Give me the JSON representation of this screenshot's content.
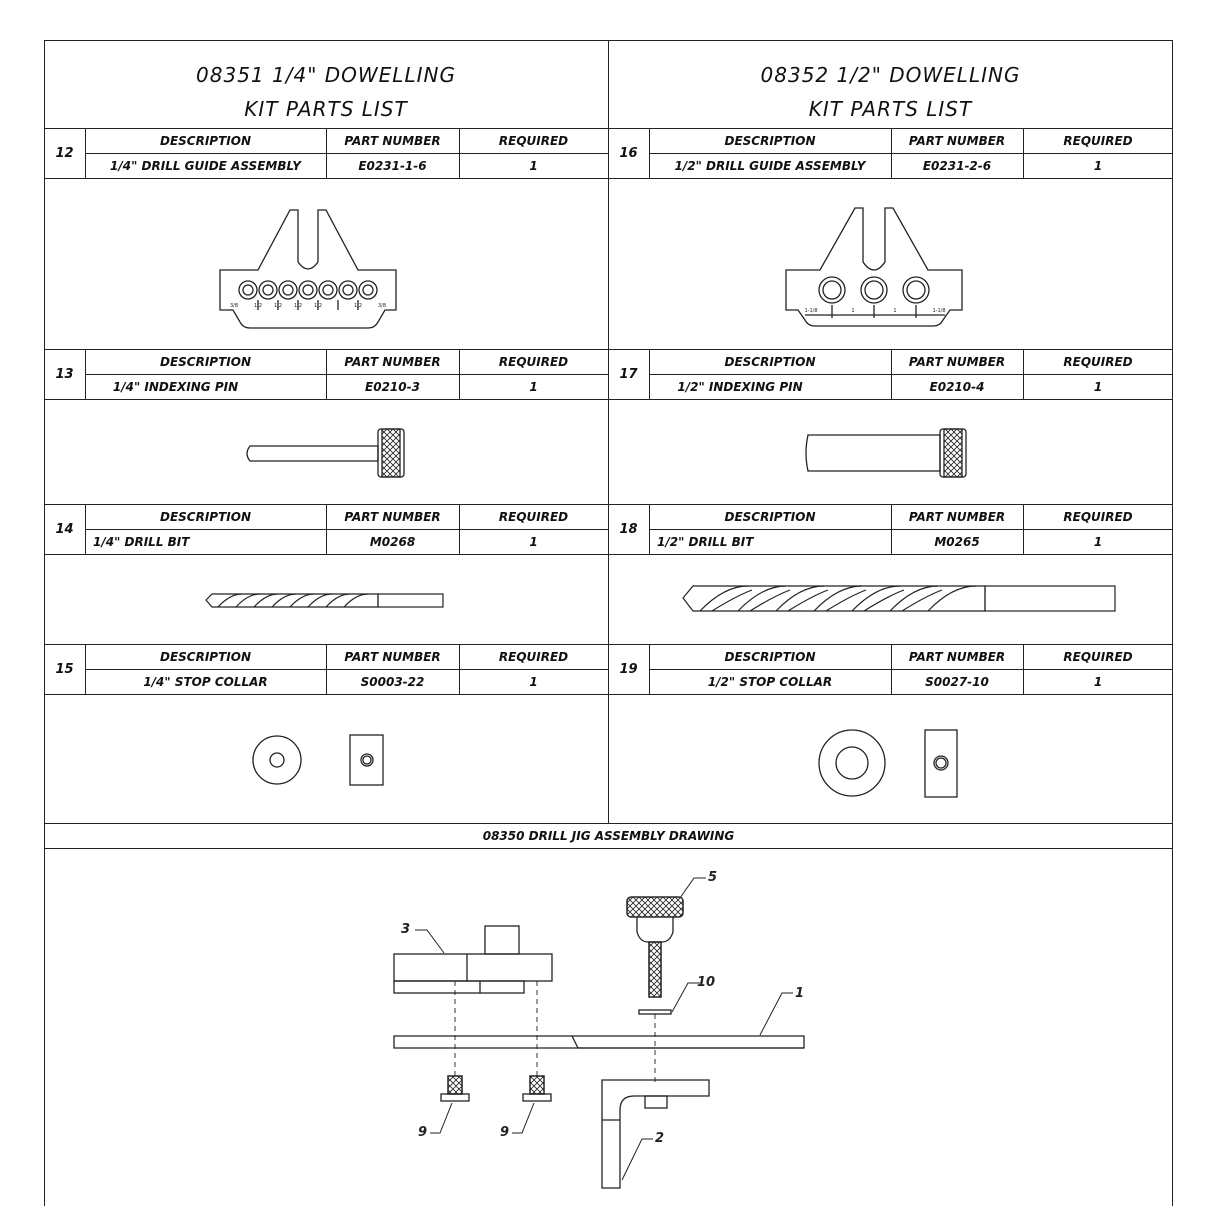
{
  "left": {
    "title_line1": "08351 1/4\" DOWELLING",
    "title_line2": "KIT PARTS LIST",
    "parts": [
      {
        "item": "12",
        "description": "1/4\" DRILL GUIDE ASSEMBLY",
        "part_number": "E0231-1-6",
        "required": "1"
      },
      {
        "item": "13",
        "description": "1/4\" INDEXING PIN",
        "part_number": "E0210-3",
        "required": "1"
      },
      {
        "item": "14",
        "description": "1/4\" DRILL BIT",
        "part_number": "M0268",
        "required": "1"
      },
      {
        "item": "15",
        "description": "1/4\" STOP COLLAR",
        "part_number": "S0003-22",
        "required": "1"
      }
    ],
    "guide_labels": [
      "3/8",
      "1/2",
      "1/2",
      "1/2",
      "1/2",
      "1/2",
      "3/8"
    ]
  },
  "right": {
    "title_line1": "08352 1/2\" DOWELLING",
    "title_line2": "KIT PARTS LIST",
    "parts": [
      {
        "item": "16",
        "description": "1/2\" DRILL GUIDE ASSEMBLY",
        "part_number": "E0231-2-6",
        "required": "1"
      },
      {
        "item": "17",
        "description": "1/2\" INDEXING PIN",
        "part_number": "E0210-4",
        "required": "1"
      },
      {
        "item": "18",
        "description": "1/2\" DRILL BIT",
        "part_number": "M0265",
        "required": "1"
      },
      {
        "item": "19",
        "description": "1/2\" STOP COLLAR",
        "part_number": "S0027-10",
        "required": "1"
      }
    ],
    "guide_labels": [
      "1-1/8",
      "1",
      "1",
      "1-1/8"
    ]
  },
  "headers": {
    "description": "DESCRIPTION",
    "part_number": "PART NUMBER",
    "required": "REQUIRED"
  },
  "assembly": {
    "caption": "08350 DRILL JIG ASSEMBLY DRAWING",
    "callouts": [
      "3",
      "5",
      "10",
      "1",
      "9",
      "9",
      "2"
    ]
  }
}
